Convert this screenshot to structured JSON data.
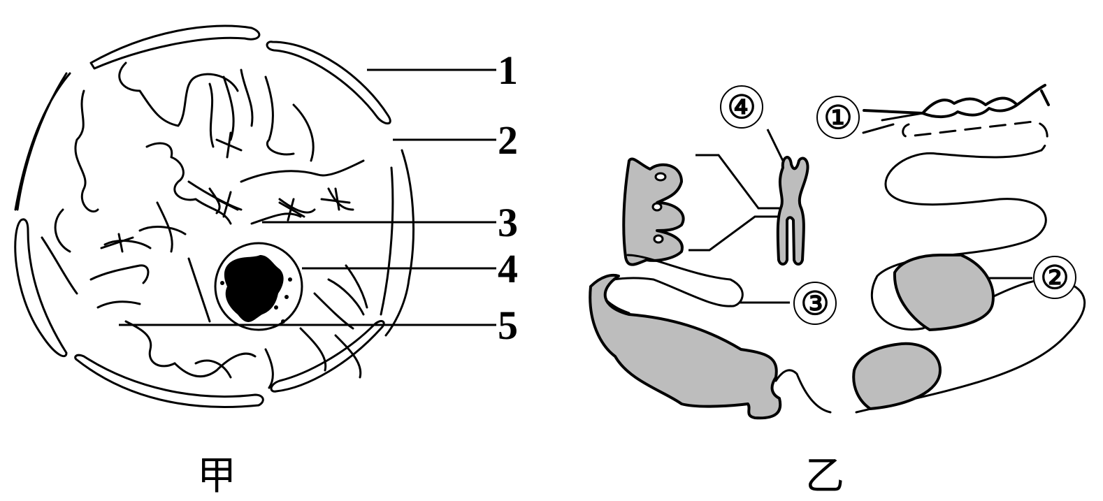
{
  "figure": {
    "panel_a": {
      "caption": "甲",
      "labels": [
        "1",
        "2",
        "3",
        "4",
        "5"
      ]
    },
    "panel_b": {
      "caption": "乙",
      "labels": [
        "①",
        "②",
        "③",
        "④"
      ]
    }
  },
  "colors": {
    "line": "#000000",
    "fill_gray": "#bdbdbd",
    "background": "#ffffff"
  }
}
